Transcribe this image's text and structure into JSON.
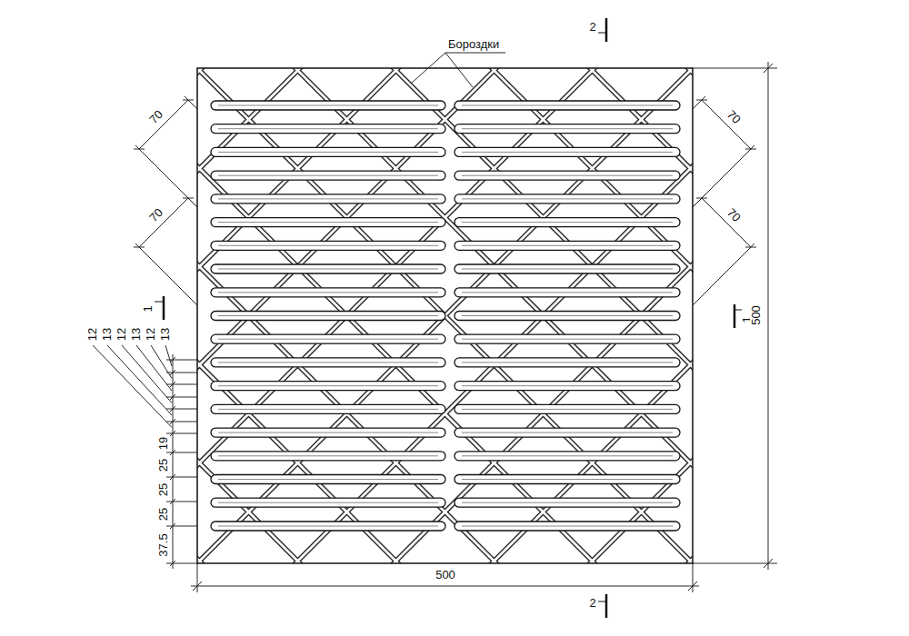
{
  "diagram": {
    "labels": [
      "Бороздки",
      "2",
      "2",
      "1",
      "1",
      "70",
      "70",
      "70",
      "70",
      "500",
      "500",
      "13",
      "12",
      "13",
      "12",
      "13",
      "12",
      "19",
      "25",
      "25",
      "25",
      "37.5"
    ]
  }
}
